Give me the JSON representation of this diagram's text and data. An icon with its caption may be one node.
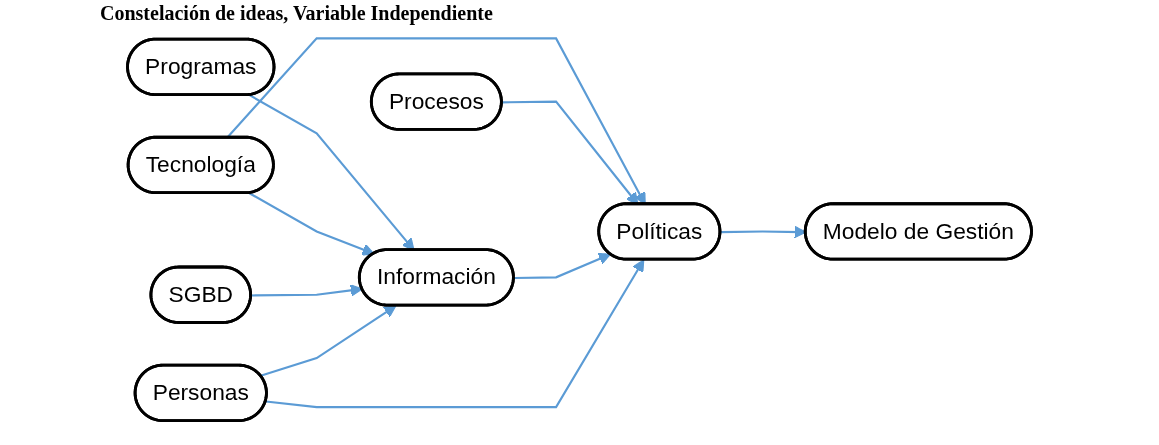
{
  "diagram": {
    "title": "Constelación de ideas, Variable Independiente",
    "nodes": [
      {
        "text": [
          "Programas"
        ]
      },
      {
        "text": [
          "Tecnología"
        ]
      },
      {
        "text": [
          "Procesos"
        ]
      },
      {
        "text": [
          "SGBD"
        ]
      },
      {
        "text": [
          "Información"
        ]
      },
      {
        "text": [
          "Políticas"
        ]
      },
      {
        "text": [
          "Modelo de Gestión"
        ]
      },
      {
        "text": [
          "Personas"
        ]
      }
    ],
    "edges": [
      {
        "from": 0,
        "to": 4,
        "arrow": "to"
      },
      {
        "from": 1,
        "to": 4,
        "arrow": "to"
      },
      {
        "from": 1,
        "to": 5,
        "arrow": "to"
      },
      {
        "from": 2,
        "to": 5,
        "arrow": "to"
      },
      {
        "from": 3,
        "to": 4,
        "arrow": "to"
      },
      {
        "from": 4,
        "to": 5,
        "arrow": "to"
      },
      {
        "from": 5,
        "to": 6,
        "arrow": "to"
      },
      {
        "from": 7,
        "to": 4,
        "arrow": "to"
      },
      {
        "from": 7,
        "to": 5,
        "arrow": "to"
      }
    ]
  }
}
